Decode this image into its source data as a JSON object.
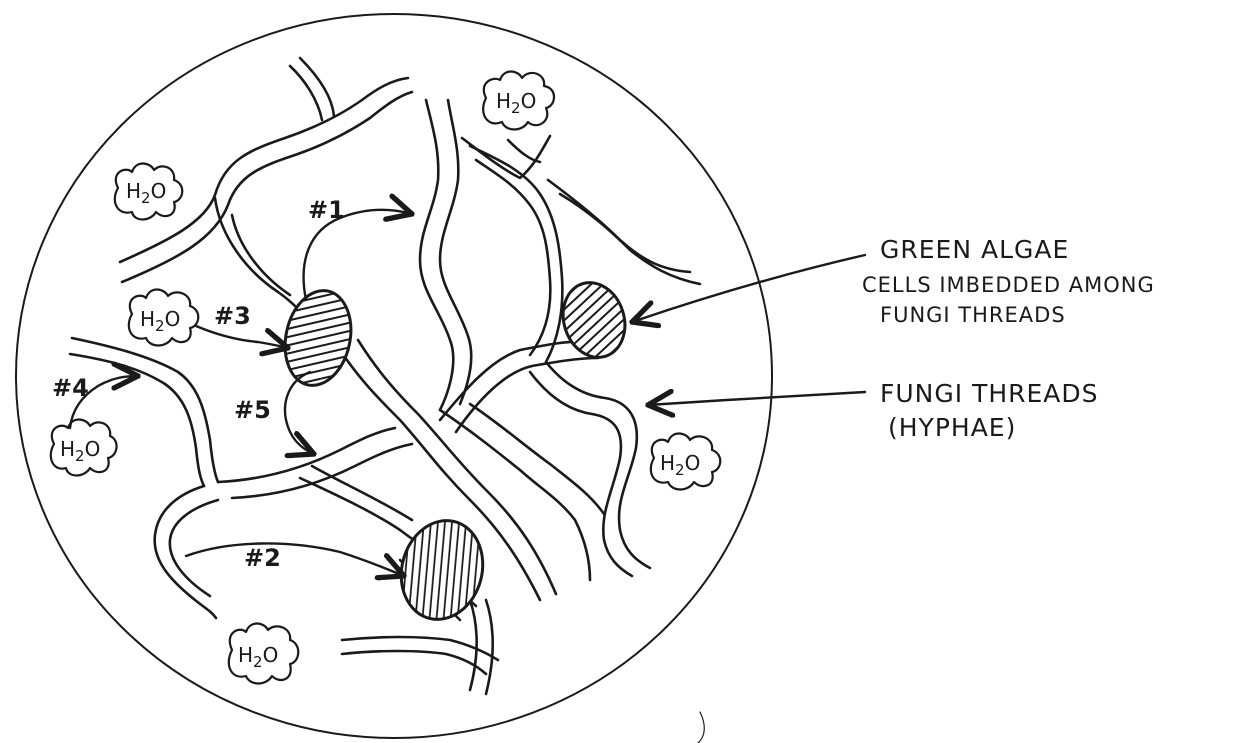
{
  "labels": {
    "algae_line1": "GREEN ALGAE",
    "algae_line2": "CELLS IMBEDDED AMONG",
    "algae_line3": "FUNGI THREADS",
    "hyphae_line1": "FUNGI THREADS",
    "hyphae_line2": "(HYPHAE)"
  },
  "steps": {
    "s1": "#1",
    "s2": "#2",
    "s3": "#3",
    "s4": "#4",
    "s5": "#5"
  },
  "water": {
    "h": "H",
    "sub": "2",
    "o": "O"
  },
  "colors": {
    "ink": "#1a1a1a",
    "background": "#ffffff"
  }
}
